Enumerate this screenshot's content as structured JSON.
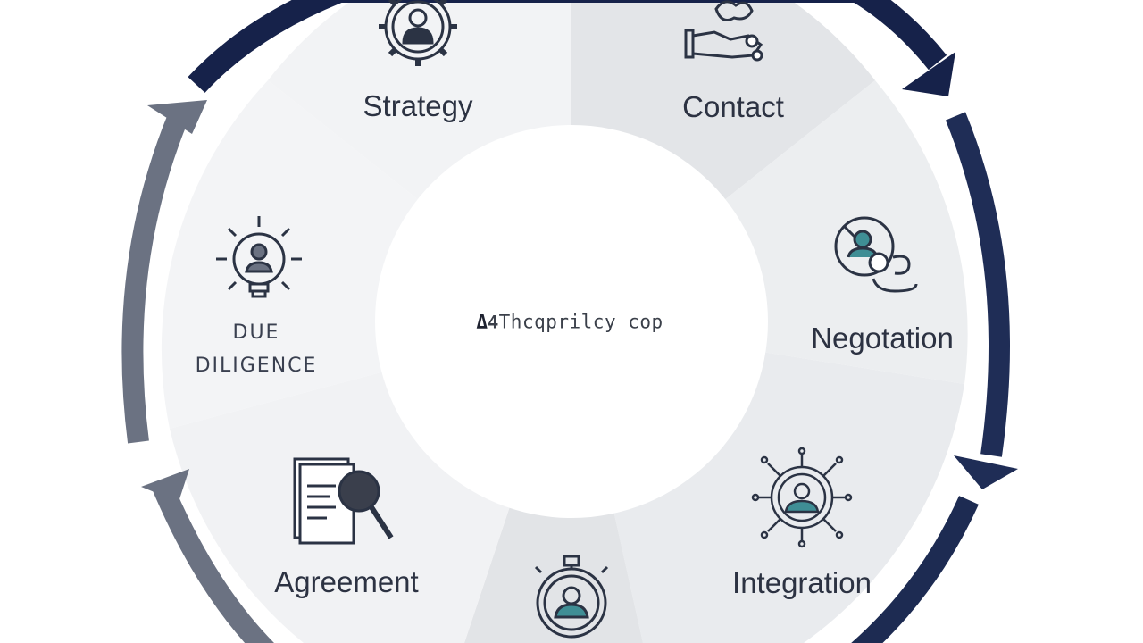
{
  "center_label": "𝟒Thcqprilcy cop",
  "center_symbol": "Δ",
  "stages": [
    {
      "id": "strategy",
      "label": "Strategy",
      "icon": "person-gear-icon"
    },
    {
      "id": "contact",
      "label": "Contact",
      "icon": "handshake-icon"
    },
    {
      "id": "negotiation",
      "label": "Negotation",
      "icon": "people-chat-icon"
    },
    {
      "id": "integration",
      "label": "Integration",
      "icon": "network-person-icon"
    },
    {
      "id": "bottom",
      "label": "",
      "icon": "person-badge-icon"
    },
    {
      "id": "agreement",
      "label": "Agreement",
      "icon": "document-magnifier-icon"
    },
    {
      "id": "due-diligence",
      "label_line1": "DUE",
      "label_line2": "DILIGENCE",
      "icon": "lightbulb-person-icon"
    }
  ],
  "colors": {
    "arrow_dark": "#1d2b52",
    "arrow_gray": "#6e7584",
    "segment_light": "#f4f5f7",
    "segment_mid": "#e6e8eb",
    "icon_stroke": "#2b3344",
    "icon_accent": "#3f8e95"
  }
}
